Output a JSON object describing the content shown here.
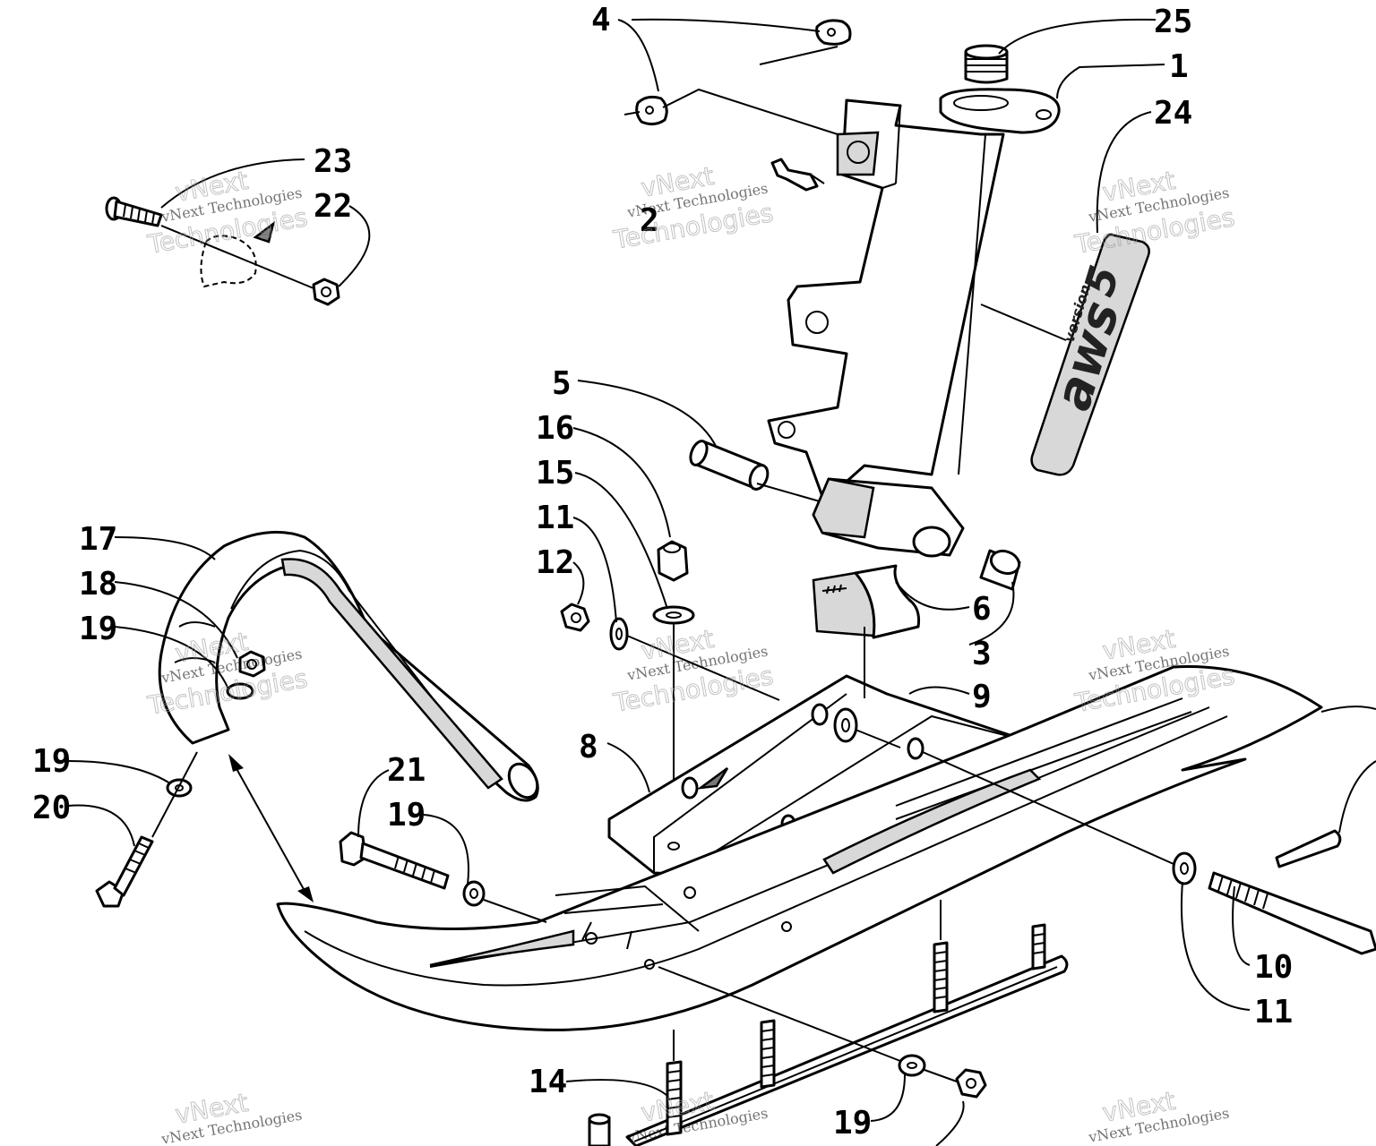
{
  "callouts": {
    "c1": "1",
    "c2": "2",
    "c3": "3",
    "c4": "4",
    "c5": "5",
    "c6": "6",
    "c8": "8",
    "c9": "9",
    "c10": "10",
    "c11a": "11",
    "c11b": "11",
    "c12": "12",
    "c14": "14",
    "c15": "15",
    "c16": "16",
    "c17": "17",
    "c18": "18",
    "c19a": "19",
    "c19b": "19",
    "c19c": "19",
    "c19d": "19",
    "c20": "20",
    "c21": "21",
    "c22": "22",
    "c23": "23",
    "c24": "24",
    "c25": "25"
  },
  "decal": {
    "brand": "aws",
    "version": "version",
    "numeral": "5"
  },
  "watermark": {
    "small": "vNext Technologies",
    "big1": "vNext",
    "big2": "Technologies"
  }
}
